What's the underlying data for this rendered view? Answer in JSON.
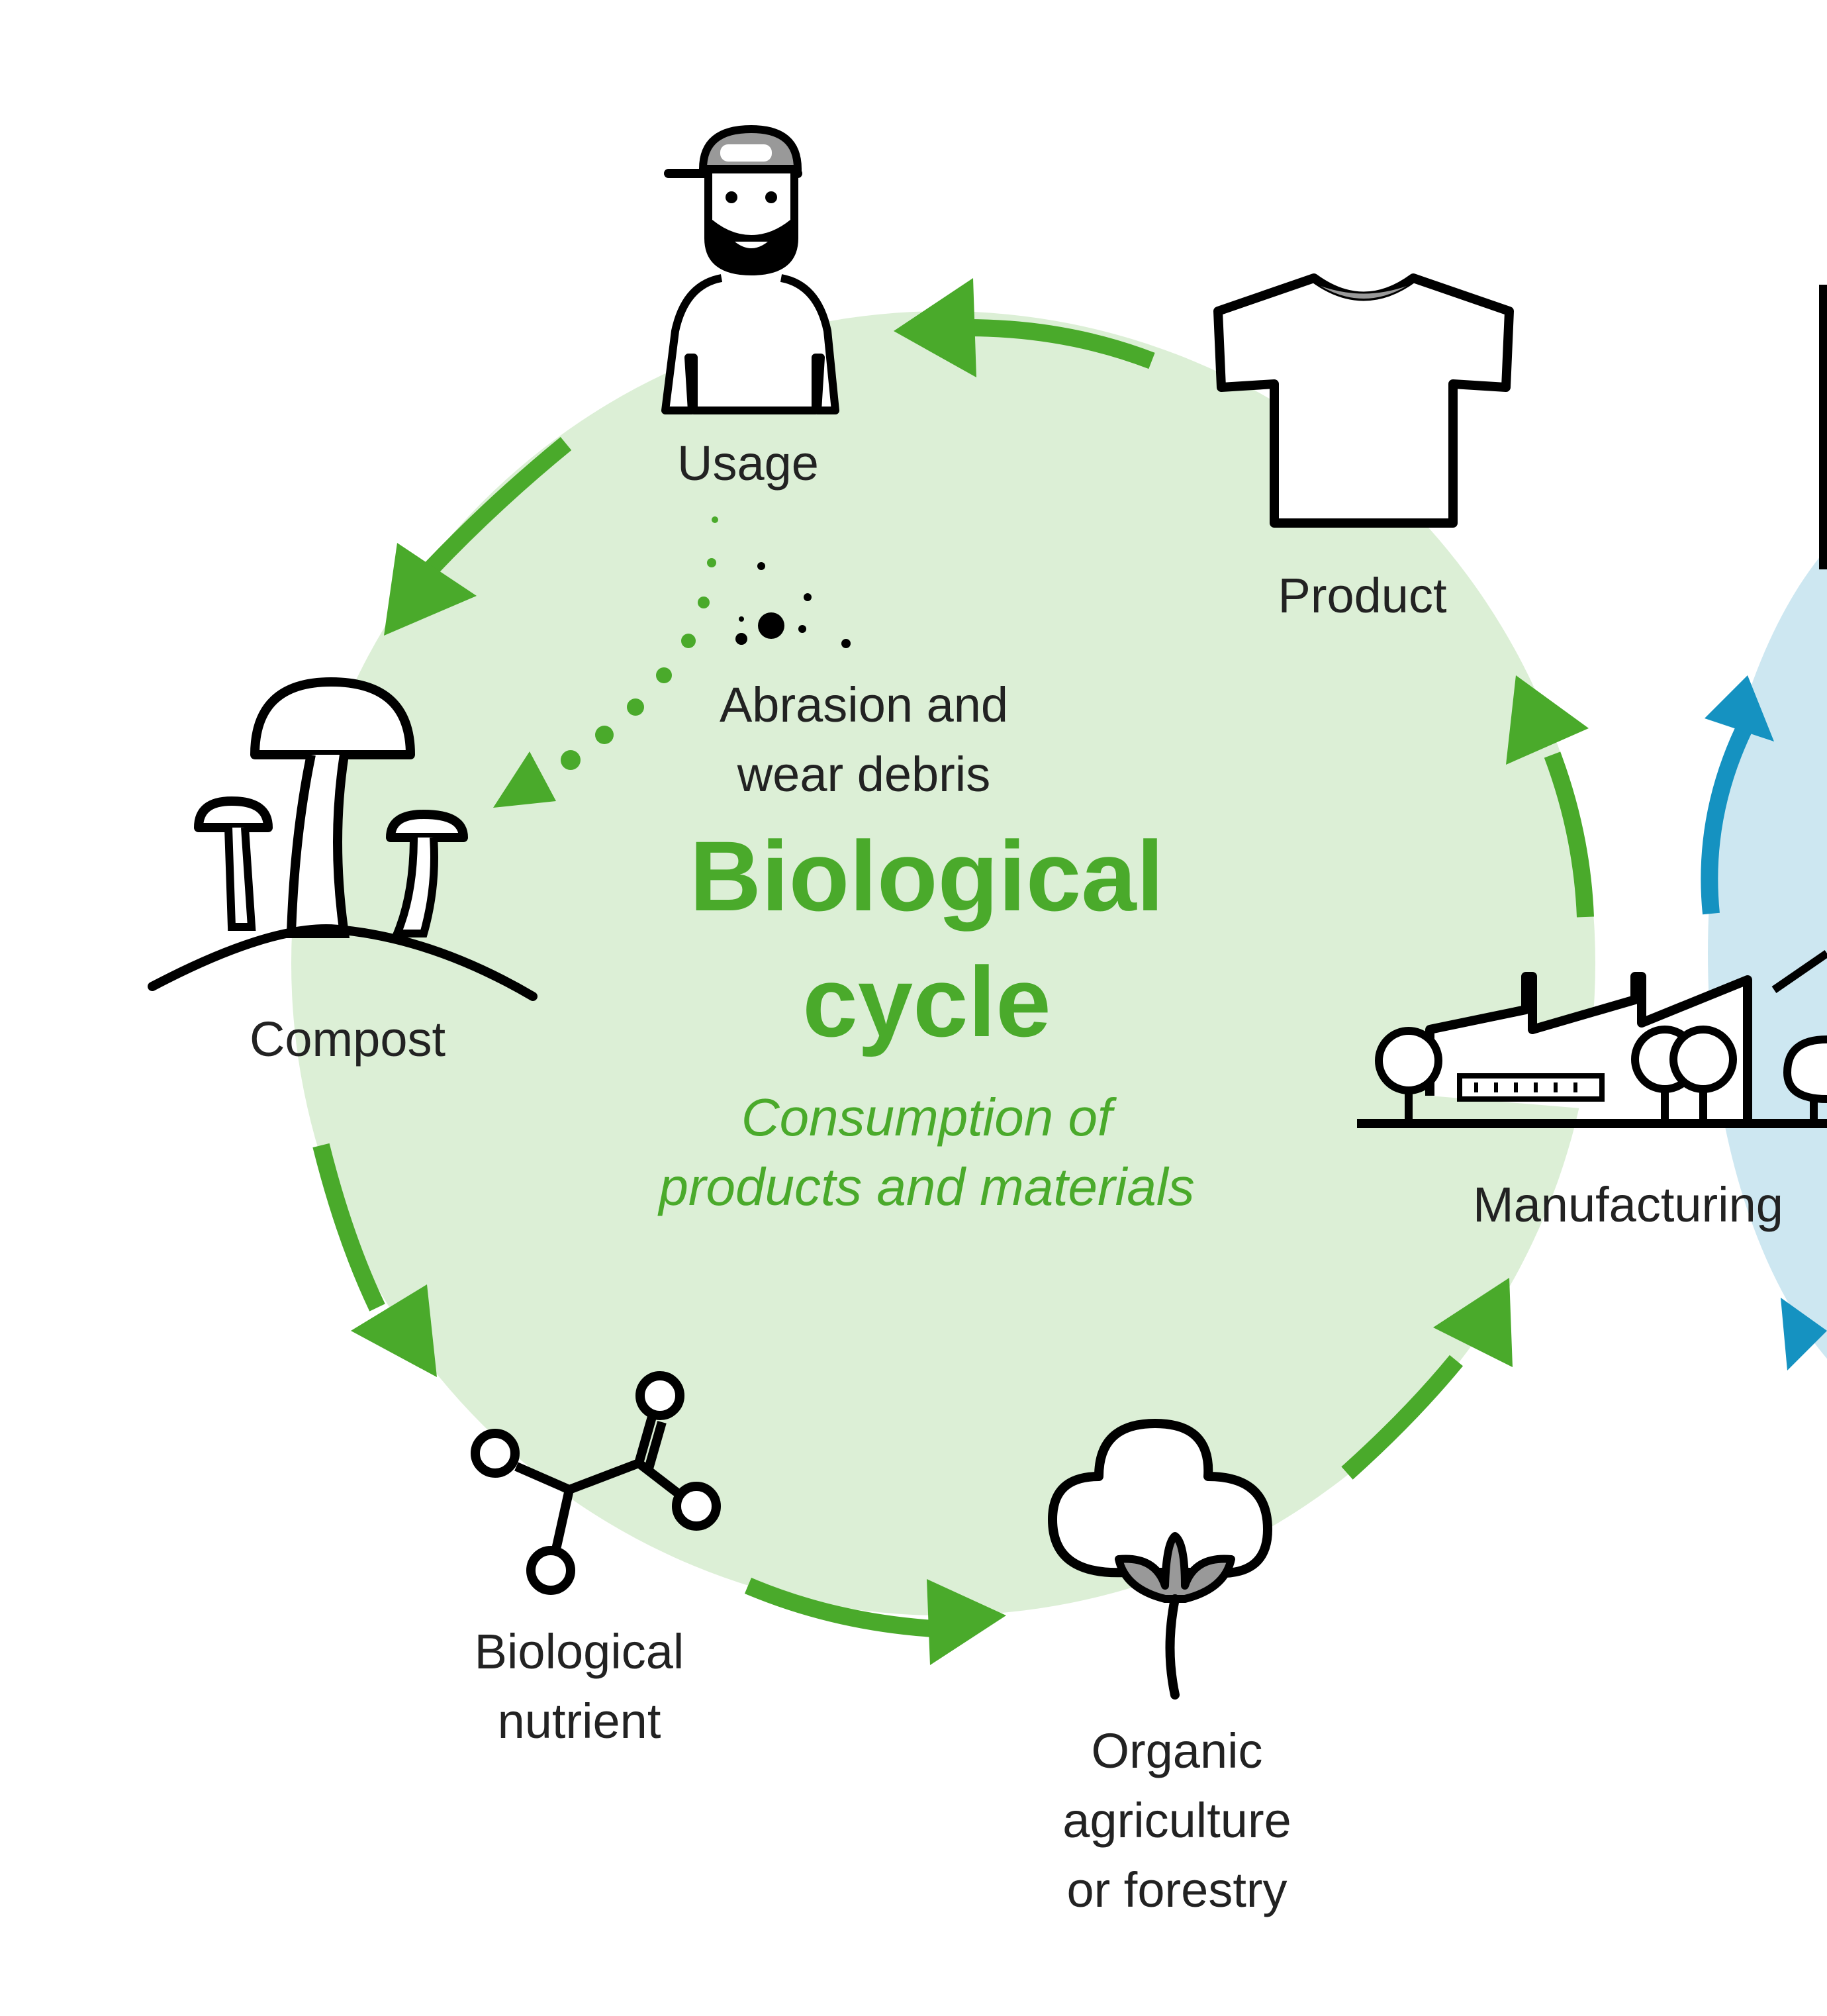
{
  "colors": {
    "bio_fill": "#dcefd6",
    "bio_green": "#4aaa2b",
    "tech_fill": "#cde7f1",
    "tech_blue": "#1592c1",
    "icon_stroke": "#000000",
    "text": "#222222"
  },
  "cycle": {
    "title_line1": "Biological",
    "title_line2": "cycle",
    "subtitle_line1": "Consumption of",
    "subtitle_line2": "products and materials"
  },
  "nodes": {
    "usage": {
      "label": "Usage",
      "icon": "person-icon"
    },
    "product": {
      "label": "Product",
      "icon": "tshirt-icon"
    },
    "manufacturing": {
      "label": "Manufacturing",
      "icon": "factory-icon"
    },
    "organic": {
      "line1": "Organic",
      "line2": "agriculture",
      "line3": "or forestry",
      "icon": "cotton-plant-icon"
    },
    "nutrient": {
      "line1": "Biological",
      "line2": "nutrient",
      "icon": "molecule-icon"
    },
    "compost": {
      "label": "Compost",
      "icon": "mushroom-icon"
    },
    "abrasion": {
      "line1": "Abrasion and",
      "line2": "wear debris",
      "icon": "debris-dots-icon"
    }
  }
}
